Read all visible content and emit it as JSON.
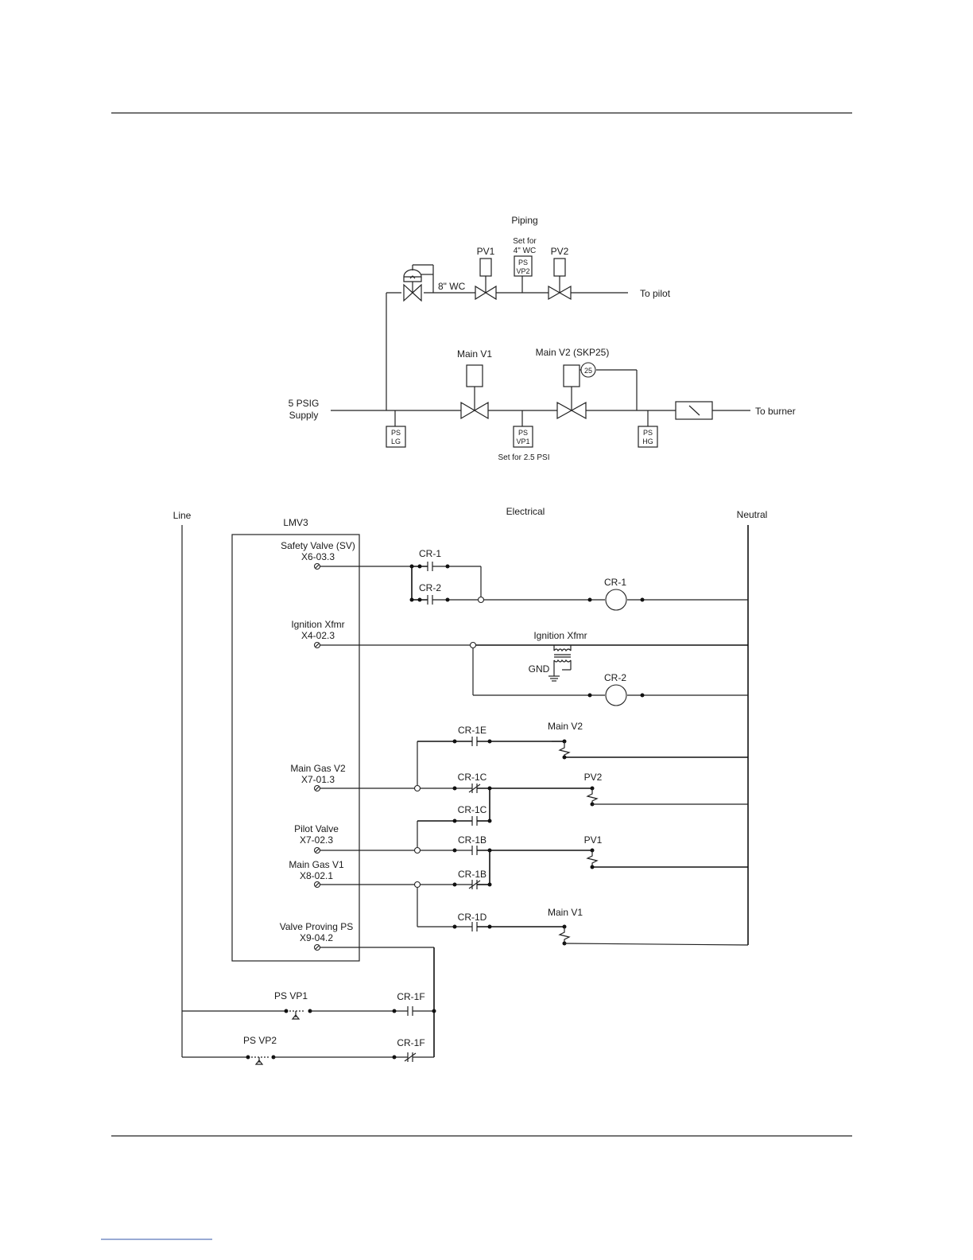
{
  "piping": {
    "title": "Piping",
    "regulator_setting": "8\" WC",
    "pv1": "PV1",
    "pv2": "PV2",
    "ps_vp2_note_1": "Set for",
    "ps_vp2_note_2": "4\" WC",
    "ps_vp2_line1": "PS",
    "ps_vp2_line2": "VP2",
    "to_pilot": "To pilot",
    "main_v1": "Main V1",
    "main_v2": "Main V2 (SKP25)",
    "skp_symbol": "25",
    "supply_line1": "5 PSIG",
    "supply_line2": "Supply",
    "to_burner": "To burner",
    "ps_lg_line1": "PS",
    "ps_lg_line2": "LG",
    "ps_vp1_line1": "PS",
    "ps_vp1_line2": "VP1",
    "ps_vp1_note": "Set for 2.5 PSI",
    "ps_hg_line1": "PS",
    "ps_hg_line2": "HG"
  },
  "electrical": {
    "title": "Electrical",
    "line": "Line",
    "neutral": "Neutral",
    "controller": "LMV3",
    "terminals": {
      "safety_valve": "Safety Valve (SV)",
      "safety_valve_id": "X6-03.3",
      "ignition": "Ignition Xfmr",
      "ignition_id": "X4-02.3",
      "main_gas_v2": "Main Gas V2",
      "main_gas_v2_id": "X7-01.3",
      "pilot_valve": "Pilot Valve",
      "pilot_valve_id": "X7-02.3",
      "main_gas_v1": "Main Gas V1",
      "main_gas_v1_id": "X8-02.1",
      "valve_proving": "Valve Proving PS",
      "valve_proving_id": "X9-04.2"
    },
    "contacts": {
      "cr1": "CR-1",
      "cr2": "CR-2",
      "cr1e": "CR-1E",
      "cr1c_a": "CR-1C",
      "cr1c_b": "CR-1C",
      "cr1b_a": "CR-1B",
      "cr1b_b": "CR-1B",
      "cr1d": "CR-1D",
      "cr1f_a": "CR-1F",
      "cr1f_b": "CR-1F"
    },
    "coils": {
      "cr1": "CR-1",
      "cr2": "CR-2"
    },
    "loads": {
      "ignition_xfmr": "Ignition Xfmr",
      "gnd": "GND",
      "main_v2": "Main V2",
      "pv2": "PV2",
      "pv1": "PV1",
      "main_v1": "Main V1"
    },
    "switches": {
      "ps_vp1": "PS VP1",
      "ps_vp2": "PS VP2"
    }
  }
}
